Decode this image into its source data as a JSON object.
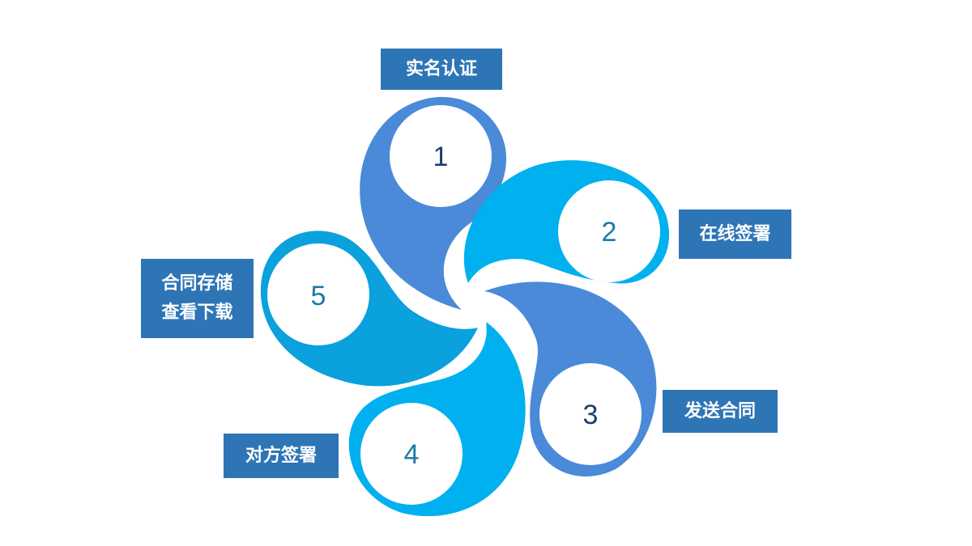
{
  "colors": {
    "blade_dark": "#4a8ad8",
    "blade_light": "#00b0ef",
    "blade_mid": "#0aa1dd",
    "label_bg": "#2e75b6",
    "num_dark": "#1f3f6e",
    "num_teal": "#1d7aa8"
  },
  "steps": [
    {
      "number": "1",
      "label_lines": [
        "实名认证"
      ]
    },
    {
      "number": "2",
      "label_lines": [
        "在线签署"
      ]
    },
    {
      "number": "3",
      "label_lines": [
        "发送合同"
      ]
    },
    {
      "number": "4",
      "label_lines": [
        "对方签署"
      ]
    },
    {
      "number": "5",
      "label_lines": [
        "合同存储",
        "查看下载"
      ]
    }
  ]
}
